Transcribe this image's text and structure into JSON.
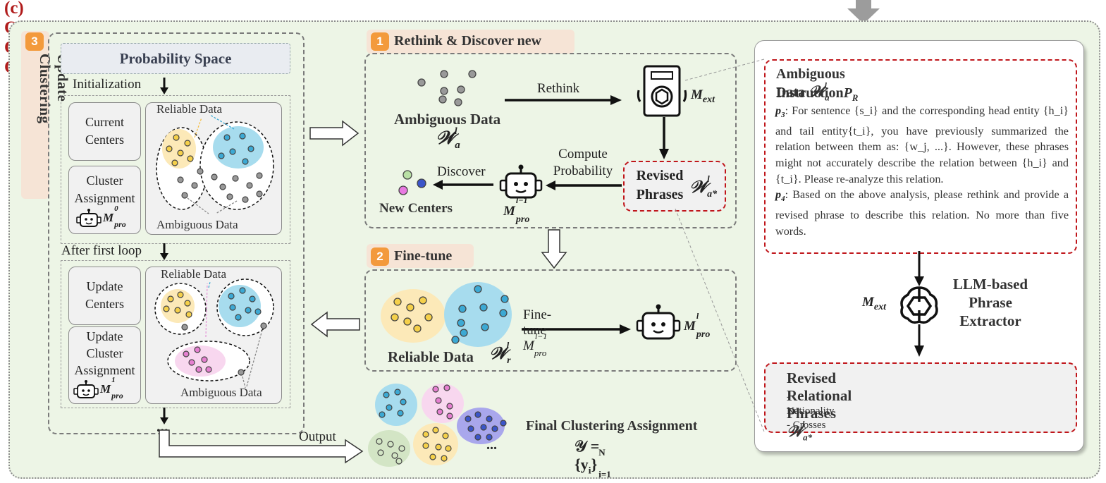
{
  "title": "(c) Cooperative Cycle for Clustering",
  "colors": {
    "panel_bg": "#edf5e6",
    "badge": "#f39a3c",
    "title": "#b01b1b",
    "red_box": "#c0161b",
    "yellow": "#fce9b8",
    "blue": "#a7dcee",
    "pink": "#f8d7ef",
    "purple": "#a9a7ec",
    "green": "#d3e5c5"
  },
  "section3": {
    "badge": "3",
    "label": "Update Clustering",
    "probability_space": "Probability Space",
    "initialization": "Initialization",
    "current_centers": "Current Centers",
    "cluster_assignment": "Cluster Assignment",
    "m0pro": "M",
    "m0pro_sup": "0",
    "m0pro_sub": "pro",
    "reliable_data_1": "Reliable Data",
    "ambiguous_data_1": "Ambiguous Data",
    "after_first_loop": "After first loop",
    "update_centers": "Update Centers",
    "update_cluster_assignment": "Update Cluster Assignment",
    "m1pro_sup": "1",
    "reliable_data_2": "Reliable Data",
    "ambiguous_data_2": "Ambiguous Data",
    "ellipsis": "..."
  },
  "section1": {
    "badge": "1",
    "label": "Rethink & Discover new",
    "ambiguous_data": "Ambiguous Data",
    "rethink": "Rethink",
    "m_ext": "M",
    "m_ext_sub": "ext",
    "compute_probability": "Compute Probability",
    "revised_phrases": "Revised Phrases",
    "discover": "Discover",
    "new_centers": "New Centers",
    "m_pro_prev_sup": "l−1",
    "m_pro_sub": "pro"
  },
  "section2": {
    "badge": "2",
    "label": "Fine-tune",
    "reliable_data": "Reliable Data",
    "fine_tune": "Fine-tune",
    "m_pro_sup": "l"
  },
  "output": {
    "output_label": "Output",
    "final_assignment": "Final Clustering Assignment",
    "formula": "𝒴 = {y",
    "formula_sub": "i",
    "formula_close": "}",
    "formula_sup": "N",
    "formula_lower": "i=1",
    "more": "..."
  },
  "right": {
    "ambiguous_header": "Ambiguous Data",
    "instruction": "Instruction",
    "p3_tag": "p",
    "p3_sub": "3",
    "p3_text": ": For sentence {s_i} and the corresponding head entity {h_i} and tail entity{t_i}, you have previously summarized the relation between them as: {w_j, ...}. However, these phrases might not accurately describe the relation between {h_i} and {t_i}. Please re-analyze this relation.",
    "p4_tag": "p",
    "p4_sub": "4",
    "p4_text": ": Based on the above analysis, please rethink and provide a revised phrase to describe this relation. No more than five words.",
    "extractor_label": "LLM-based Phrase Extractor",
    "m_ext": "M",
    "m_ext_sub": "ext",
    "revised_header": "Revised Relational Phrases",
    "phrases": [
      "- Nationality",
      "- Crosses river",
      "- ..."
    ]
  }
}
